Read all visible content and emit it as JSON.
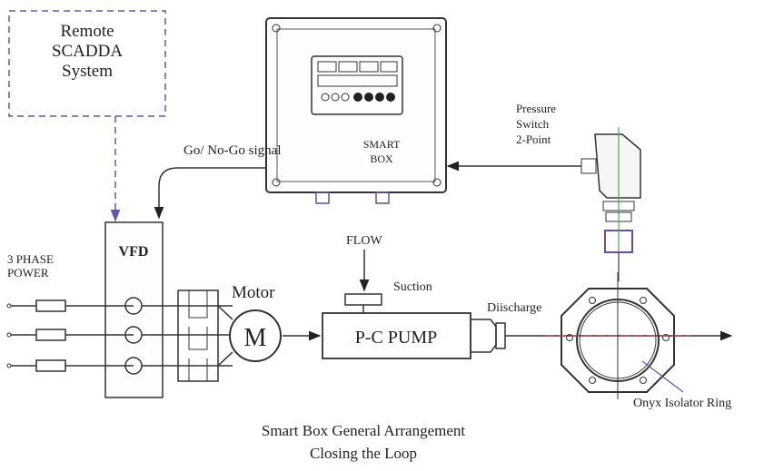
{
  "diagram": {
    "remote_system": "Remote\nSCADDA\nSystem",
    "go_nogo": "Go/ No-Go signal",
    "smart_box": "SMART\nBOX",
    "pressure_switch": "Pressure\nSwitch\n2-Point",
    "vfd": "VFD",
    "power": "3 PHASE\nPOWER",
    "motor_label": "Motor",
    "motor_symbol": "M",
    "flow": "FLOW",
    "suction": "Suction",
    "pump": "P-C PUMP",
    "discharge": "Diischarge",
    "isolator": "Onyx Isolator Ring",
    "caption_line1": "Smart Box General Arrangement",
    "caption_line2": "Closing the Loop"
  },
  "colors": {
    "line": "#333333",
    "signal_blue": "#5a5ab4",
    "crosshair_red": "#cc3b3b",
    "crosshair_green": "#4aa84a",
    "fitting_purple": "#6a4ca0"
  }
}
